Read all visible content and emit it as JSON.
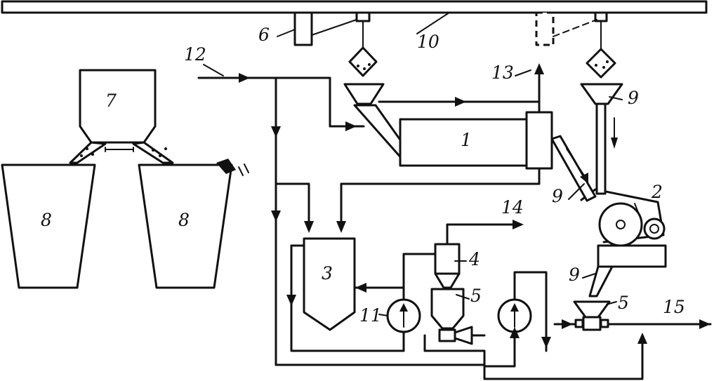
{
  "labels": {
    "furnace": "1",
    "mill": "2",
    "bunker": "3",
    "cyclone": "4",
    "feeder_lower": "5",
    "feeder_right": "5",
    "crane_grab": "6",
    "hopper": "7",
    "wagon_left": "8",
    "wagon_right": "8",
    "chute": "9",
    "hopper_right": "9",
    "chute_lower": "9",
    "rail": "10",
    "fan": "11",
    "air_inlet": "12",
    "gas_outlet": "13",
    "exhaust": "14",
    "product_outlet": "15"
  },
  "colors": {
    "line": "#111111",
    "background": "#ffffff"
  }
}
